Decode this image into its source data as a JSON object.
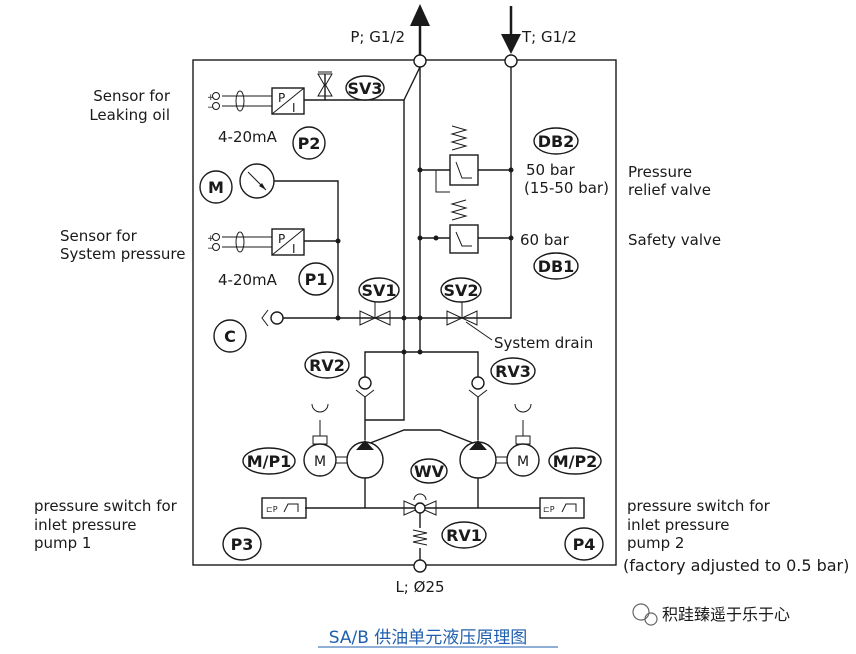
{
  "ports": {
    "p": "P; G1/2",
    "t": "T; G1/2",
    "l": "L;  Ø25"
  },
  "labels": {
    "sensor_leaking_1": "Sensor for",
    "sensor_leaking_2": "Leaking oil",
    "ma_1": "4-20mA",
    "sensor_sys_1": "Sensor for",
    "sensor_sys_2": "System pressure",
    "ma_2": "4-20mA",
    "db2_val_1": "50 bar",
    "db2_val_2": "(15-50 bar)",
    "pressure_relief_1": "Pressure",
    "pressure_relief_2": "relief valve",
    "db1_val": "60 bar",
    "safety_valve": "Safety valve",
    "system_drain": "System drain",
    "left_switch_1": "pressure switch for",
    "left_switch_2": "inlet pressure",
    "left_switch_3": "pump 1",
    "right_switch_1": "pressure switch for",
    "right_switch_2": "inlet pressure",
    "right_switch_3": "pump 2",
    "factory": "(factory adjusted to 0.5 bar)"
  },
  "tags": {
    "sv3": "SV3",
    "p2": "P2",
    "db2": "DB2",
    "m": "M",
    "db1": "DB1",
    "p1": "P1",
    "sv1": "SV1",
    "sv2": "SV2",
    "c": "C",
    "rv2": "RV2",
    "rv3": "RV3",
    "mp1": "M/P1",
    "mp2": "M/P2",
    "wv": "WV",
    "rv1": "RV1",
    "p3": "P3",
    "p4": "P4"
  },
  "caption": "SA/B 供油单元液压原理图",
  "watermark": "积跬臻遥于乐于心"
}
